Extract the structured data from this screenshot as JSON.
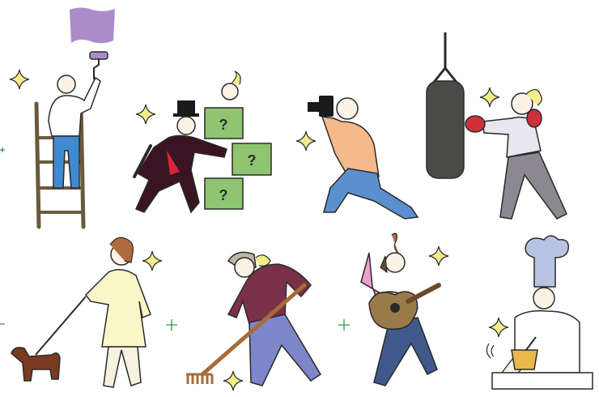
{
  "illustrations": [
    {
      "id": "painter",
      "icon": "painter-on-ladder"
    },
    {
      "id": "magician",
      "icon": "magician-with-mystery-boxes",
      "box_mark": "?"
    },
    {
      "id": "photographer",
      "icon": "kneeling-photographer"
    },
    {
      "id": "boxer",
      "icon": "boxer-with-punching-bag"
    },
    {
      "id": "dog-walker",
      "icon": "woman-walking-dog"
    },
    {
      "id": "gardener",
      "icon": "person-raking"
    },
    {
      "id": "guitarist",
      "icon": "woman-playing-guitar"
    },
    {
      "id": "chef",
      "icon": "chef-mixing-bowl"
    }
  ],
  "colors": {
    "outline": "#2a2a2a",
    "paint": "#a98cc8",
    "box_green": "#8fc471",
    "sparkle": "#f3ec8a",
    "magician_coat": "#3a1422",
    "magician_lining": "#d4283a",
    "photographer_shirt": "#f6b98a",
    "photographer_pants": "#5b8fd0",
    "punching_bag": "#4a4a48",
    "boxing_glove": "#d0303a",
    "boxer_pants": "#8c8890",
    "dress": "#fbf6c8",
    "dog": "#7a3a22",
    "gardener_shirt": "#7a3048",
    "gardener_pants": "#7d86c8",
    "rake": "#a86b3a",
    "guitarist_shirt": "#e8a0d0",
    "guitar": "#9a7a4a",
    "guitarist_pants": "#3f5a8a",
    "chef_hat": "#b8c2e4",
    "bowl": "#e8b84a",
    "plus_marks": "#2a9a4a"
  }
}
